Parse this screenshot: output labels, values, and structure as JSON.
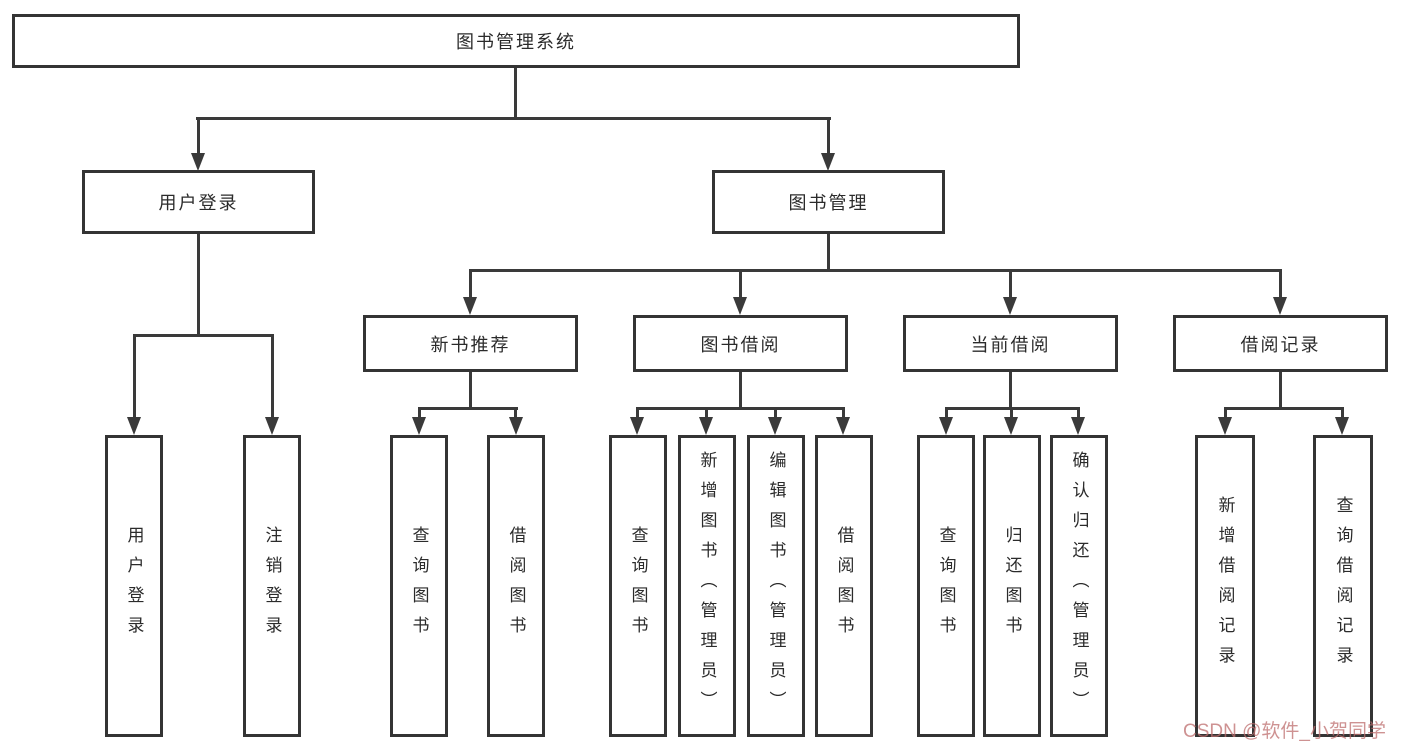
{
  "diagram": {
    "root": {
      "label": "图书管理系统"
    },
    "level2": [
      {
        "label": "用户登录"
      },
      {
        "label": "图书管理"
      }
    ],
    "level3": [
      {
        "label": "新书推荐"
      },
      {
        "label": "图书借阅"
      },
      {
        "label": "当前借阅"
      },
      {
        "label": "借阅记录"
      }
    ],
    "leaves": [
      {
        "label": "用户登录",
        "parent": "用户登录"
      },
      {
        "label": "注销登录",
        "parent": "用户登录"
      },
      {
        "label": "查询图书",
        "parent": "新书推荐"
      },
      {
        "label": "借阅图书",
        "parent": "新书推荐"
      },
      {
        "label": "查询图书",
        "parent": "图书借阅"
      },
      {
        "label": "新增图书（管理员）",
        "parent": "图书借阅"
      },
      {
        "label": "编辑图书（管理员）",
        "parent": "图书借阅"
      },
      {
        "label": "借阅图书",
        "parent": "图书借阅"
      },
      {
        "label": "查询图书",
        "parent": "当前借阅"
      },
      {
        "label": "归还图书",
        "parent": "当前借阅"
      },
      {
        "label": "确认归还（管理员）",
        "parent": "当前借阅"
      },
      {
        "label": "新增借阅记录",
        "parent": "借阅记录"
      },
      {
        "label": "查询借阅记录",
        "parent": "借阅记录"
      }
    ],
    "watermark": "CSDN @软件_小贺同学",
    "colors": {
      "line": "#3a3a3a",
      "box_border": "#343434",
      "text": "#2b2b2b",
      "background": "#ffffff",
      "watermark": "#cd9a9a"
    }
  }
}
